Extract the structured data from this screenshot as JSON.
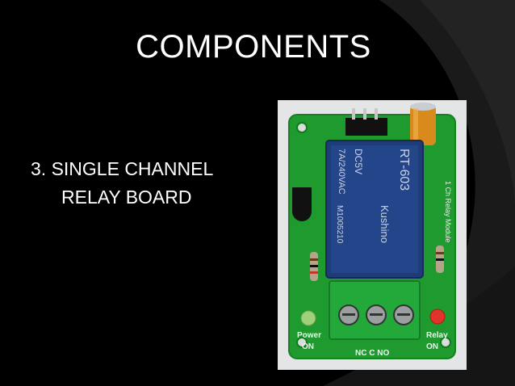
{
  "slide": {
    "title": "COMPONENTS",
    "bullet": {
      "line1": "3. SINGLE CHANNEL",
      "line2": "RELAY BOARD"
    }
  },
  "photo": {
    "relay_top_text": "RT-603",
    "relay_voltage": "DC5V",
    "relay_rating": "7A/240VAC",
    "relay_brand": "Kushino",
    "relay_code": "M1005210",
    "module_label": "1 Ch  Relay  Module",
    "power_label": "Power",
    "power_on_label": "ON",
    "relay_label": "Relay",
    "relay_on_label": "ON",
    "terminal_labels": "NC  C  NO"
  },
  "colors": {
    "background": "#000000",
    "swoosh": "#1c1c1c",
    "text": "#ffffff",
    "pcb": "#1f9a2c",
    "terminal": "#23a83a",
    "relay_body": "#1e3a75"
  }
}
